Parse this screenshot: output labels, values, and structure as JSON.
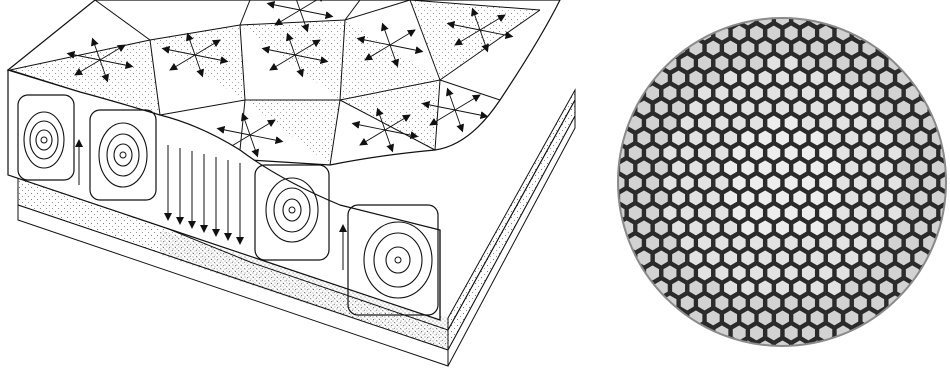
{
  "figure": {
    "left_panel": {
      "name": "benard-convection-cells-cutaway",
      "hex_arrows": "radial-outflow",
      "side_rolls": "closed-streamline-loops",
      "center_flow": "downwelling-arrows",
      "colors": {
        "ink": "#111111",
        "paper": "#ffffff",
        "stipple": "#333333"
      }
    },
    "right_panel": {
      "name": "hexagonal-cell-pattern-micrograph",
      "colors": {
        "border": "#222222",
        "cell": "#cfcfcf",
        "interior": "#ececec"
      }
    }
  }
}
